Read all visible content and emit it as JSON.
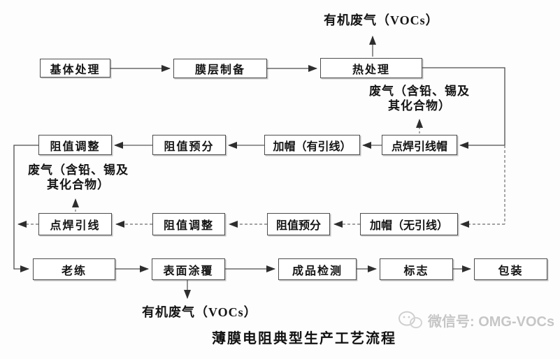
{
  "title": "薄膜电阻典型生产工艺流程",
  "nodes": {
    "base_treatment": "基体处理",
    "film_prep": "膜层制备",
    "heat_treatment": "热处理",
    "r2_resistance_adjust": "阻值调整",
    "r2_resistance_presort": "阻值预分",
    "r2_cap_with_lead": "加帽（有引线）",
    "r2_spot_weld_lead_cap": "点焊引线帽",
    "r3_spot_weld_lead": "点焊引线",
    "r3_resistance_adjust": "阻值调整",
    "r3_resistance_presort": "阻值预分",
    "r3_cap_without_lead": "加帽（无引线）",
    "aging": "老练",
    "surface_coating": "表面涂覆",
    "final_inspection": "成品检测",
    "marking": "标志",
    "packaging": "包装"
  },
  "emissions": {
    "voc_top": "有机废气（VOCs）",
    "waste_gas_right": {
      "line1": "废气（含铅、锡及",
      "line2": "其化合物）"
    },
    "waste_gas_left": {
      "line1": "废气（含铅、锡及",
      "line2": "其化合物）"
    },
    "voc_bottom": "有机废气（VOCs）"
  },
  "watermark": {
    "label": "微信号: OMG-VOCs",
    "icon": "wechat-icon"
  },
  "colors": {
    "line": "#4d4d4d",
    "dashed_line": "#6e6e6e",
    "arrowhead": "#2e2e2e",
    "box_border": "#4d4d4d",
    "text": "#141414",
    "watermark": "#c6c6c6"
  }
}
